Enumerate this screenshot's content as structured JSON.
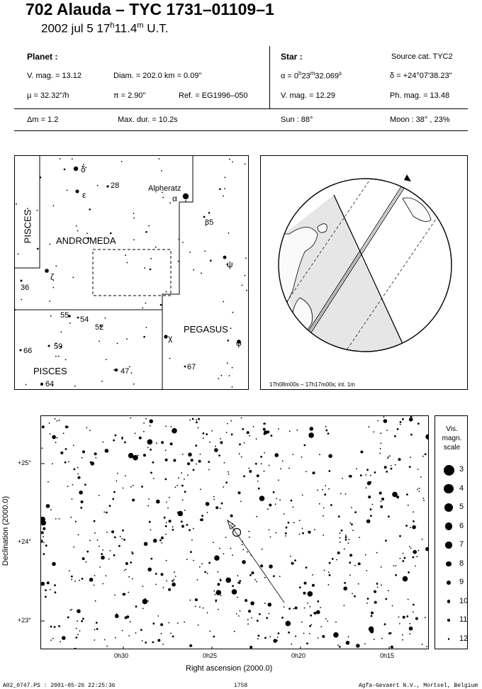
{
  "header": {
    "title": "702 Alauda  –  TYC 1731–01109–1",
    "date_prefix": "2002 jul  5  17",
    "time_h_sup": "h",
    "time_min": "11.4",
    "time_m_sup": "m",
    "time_suffix": " U.T."
  },
  "planet": {
    "heading": "Planet :",
    "vmag": "V. mag. = 13.12",
    "diam": "Diam. = 202.0 km = 0.09\"",
    "mu": "μ =  32.32\"/h",
    "pi": "π =  2.90\"",
    "ref": "Ref. = EG1996–050",
    "delta_m": "Δm = 1.2",
    "maxdur": "Max. dur. = 10.2s"
  },
  "star": {
    "heading": "Star :",
    "source": "Source cat.  TYC2",
    "alpha_prefix": "α =  0",
    "alpha_h": "h",
    "alpha_min": "23",
    "alpha_m": "m",
    "alpha_sec": "32.069",
    "alpha_s": "s",
    "delta": "δ = +24°07'38.23\"",
    "vmag": "V. mag. = 12.29",
    "phmag": "Ph. mag. = 13.48",
    "sun": "Sun :  88°",
    "moon": "Moon :  38° , 23%"
  },
  "constellation_map": {
    "andromeda": "ANDROMEDA",
    "pegasus": "PEGASUS",
    "pisces_side": "PISCES",
    "pisces_bottom": "PISCES",
    "alpheratz": "Alpheratz",
    "stars": [
      {
        "label": "δ"
      },
      {
        "label": "ε"
      },
      {
        "label": "28"
      },
      {
        "label": "α"
      },
      {
        "label": "85"
      },
      {
        "label": "ψ"
      },
      {
        "label": "ζ"
      },
      {
        "label": "36"
      },
      {
        "label": "55"
      },
      {
        "label": "54"
      },
      {
        "label": "52"
      },
      {
        "label": "χ"
      },
      {
        "label": "φ"
      },
      {
        "label": "66"
      },
      {
        "label": "59"
      },
      {
        "label": "47"
      },
      {
        "label": "67"
      },
      {
        "label": "64"
      }
    ]
  },
  "globe": {
    "caption": "17h08m00s – 17h17m00s; int.  1m"
  },
  "star_chart": {
    "dec_ticks": [
      "+25°",
      "+24°",
      "+23°"
    ],
    "ra_ticks": [
      "0h30",
      "0h25",
      "0h20",
      "0h15"
    ],
    "xlabel": "Right ascension (2000.0)",
    "ylabel": "Declination (2000.0)"
  },
  "mag_scale": {
    "title_lines": [
      "Vis.",
      "magn.",
      "scale"
    ],
    "values": [
      "3",
      "4",
      "5",
      "6",
      "7",
      "8",
      "9",
      "10",
      "11",
      "12"
    ]
  },
  "footer": {
    "file": "A02_0747.PS : 2001-05-26 22:25:36",
    "number": "1758",
    "company": "Agfa-Gevaert N.V., Mortsel, Belgium"
  }
}
